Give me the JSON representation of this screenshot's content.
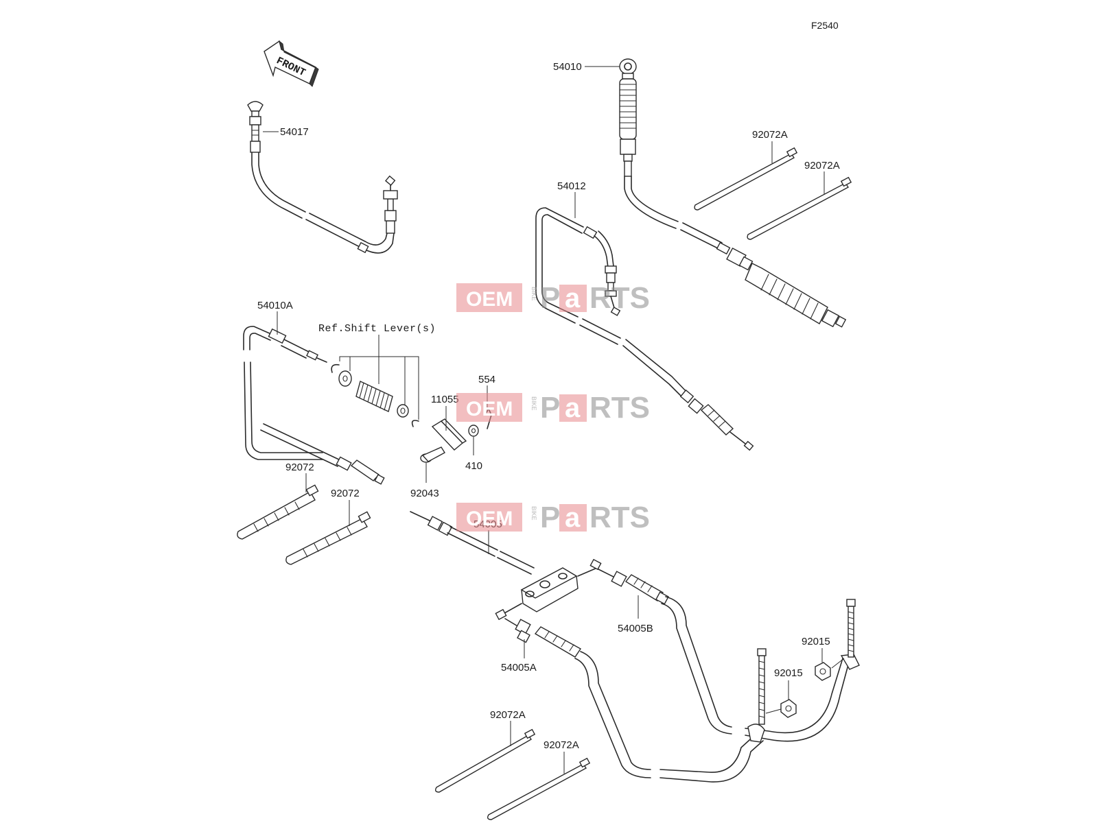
{
  "diagram_code": "F2540",
  "front_arrow_label": "FRONT",
  "reference_note": "Ref.Shift Lever(s)",
  "callouts": {
    "c54017": "54017",
    "c54010": "54010",
    "c92072A_1": "92072A",
    "c92072A_2": "92072A",
    "c54012": "54012",
    "c54010A": "54010A",
    "c554": "554",
    "c11055": "11055",
    "c410": "410",
    "c92043": "92043",
    "c92072_1": "92072",
    "c92072_2": "92072",
    "c54005": "54005",
    "c54005B": "54005B",
    "c54005A": "54005A",
    "c92015_1": "92015",
    "c92015_2": "92015",
    "c92072A_3": "92072A",
    "c92072A_4": "92072A"
  },
  "watermark": {
    "oem": "OEM",
    "bike": "BIKE",
    "p": "P",
    "a": "a",
    "rts": "RTS"
  },
  "colors": {
    "line": "#2a2a2a",
    "watermark_red": "#e8888c",
    "watermark_grey": "#8c8c8c"
  }
}
